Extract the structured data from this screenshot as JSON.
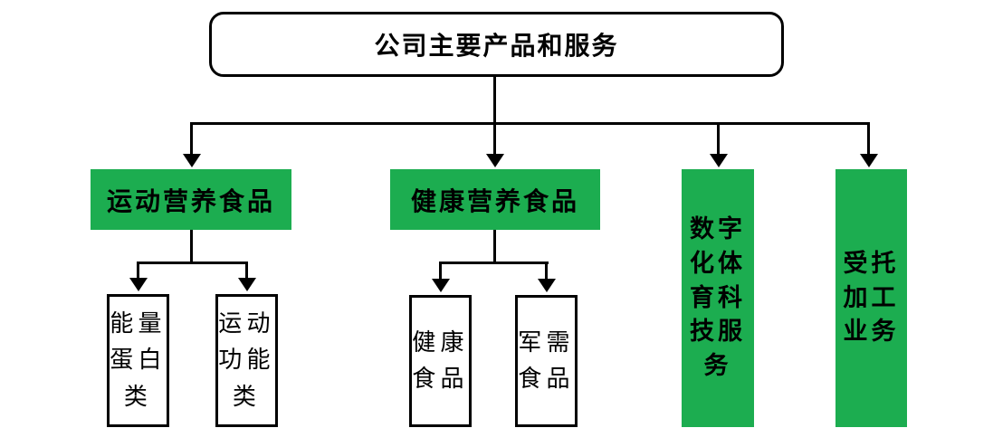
{
  "root": {
    "label": "公司主要产品和服务"
  },
  "branches": [
    {
      "label": "运动营养食品",
      "children": [
        {
          "label": "能量蛋白类"
        },
        {
          "label": "运动功能类"
        }
      ]
    },
    {
      "label": "健康营养食品",
      "children": [
        {
          "label": "健康食品"
        },
        {
          "label": "军需食品"
        }
      ]
    },
    {
      "label": "数字化体育科技服务",
      "children": []
    },
    {
      "label": "受托加工业务",
      "children": []
    }
  ],
  "colors": {
    "branch_fill": "#1CAD50",
    "leaf_fill": "#FFFFFF",
    "connector": "#000000",
    "text": "#000000"
  }
}
